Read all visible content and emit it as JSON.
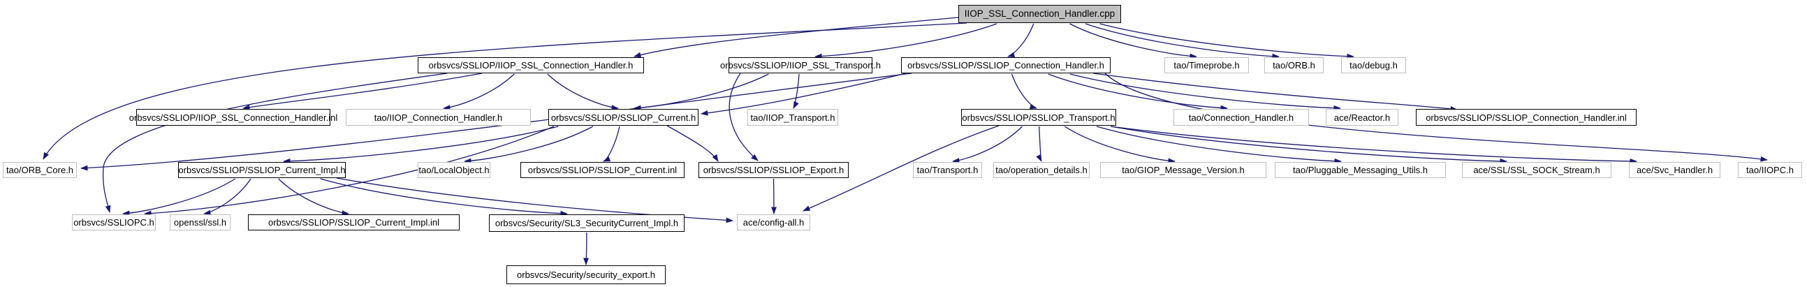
{
  "diagram": {
    "type": "include-dependency-graph",
    "root": "IIOP_SSL_Connection_Handler.cpp",
    "colors": {
      "edge": "#191970",
      "internal_border": "#000000",
      "external_border": "#bebebe",
      "root_fill": "#bfbfbf",
      "node_fill": "#ffffff",
      "text": "#000000"
    },
    "nodes": [
      {
        "id": "cpp",
        "label": "IIOP_SSL_Connection_Handler.cpp",
        "kind": "main"
      },
      {
        "id": "iiop_ssl_ch_h",
        "label": "orbsvcs/SSLIOP/IIOP_SSL_Connection_Handler.h",
        "kind": "internal"
      },
      {
        "id": "iiop_ssl_transport_h",
        "label": "orbsvcs/SSLIOP/IIOP_SSL_Transport.h",
        "kind": "internal"
      },
      {
        "id": "ssliop_ch_h",
        "label": "orbsvcs/SSLIOP/SSLIOP_Connection_Handler.h",
        "kind": "internal"
      },
      {
        "id": "timeprobe_h",
        "label": "tao/Timeprobe.h",
        "kind": "external"
      },
      {
        "id": "orb_h",
        "label": "tao/ORB.h",
        "kind": "external"
      },
      {
        "id": "debug_h",
        "label": "tao/debug.h",
        "kind": "external"
      },
      {
        "id": "iiop_ssl_ch_inl",
        "label": "orbsvcs/SSLIOP/IIOP_SSL_Connection_Handler.inl",
        "kind": "internal"
      },
      {
        "id": "iiop_ch_h",
        "label": "tao/IIOP_Connection_Handler.h",
        "kind": "external"
      },
      {
        "id": "ssliop_current_h",
        "label": "orbsvcs/SSLIOP/SSLIOP_Current.h",
        "kind": "internal"
      },
      {
        "id": "iiop_transport_h",
        "label": "tao/IIOP_Transport.h",
        "kind": "external"
      },
      {
        "id": "ssliop_transport_h",
        "label": "orbsvcs/SSLIOP/SSLIOP_Transport.h",
        "kind": "internal"
      },
      {
        "id": "connection_handler_h",
        "label": "tao/Connection_Handler.h",
        "kind": "external"
      },
      {
        "id": "reactor_h",
        "label": "ace/Reactor.h",
        "kind": "external"
      },
      {
        "id": "ssliop_ch_inl",
        "label": "orbsvcs/SSLIOP/SSLIOP_Connection_Handler.inl",
        "kind": "internal"
      },
      {
        "id": "orb_core_h",
        "label": "tao/ORB_Core.h",
        "kind": "external"
      },
      {
        "id": "ssliop_current_impl_h",
        "label": "orbsvcs/SSLIOP/SSLIOP_Current_Impl.h",
        "kind": "internal"
      },
      {
        "id": "local_object_h",
        "label": "tao/LocalObject.h",
        "kind": "external"
      },
      {
        "id": "ssliop_current_inl",
        "label": "orbsvcs/SSLIOP/SSLIOP_Current.inl",
        "kind": "internal"
      },
      {
        "id": "ssliop_export_h",
        "label": "orbsvcs/SSLIOP/SSLIOP_Export.h",
        "kind": "internal"
      },
      {
        "id": "transport_h",
        "label": "tao/Transport.h",
        "kind": "external"
      },
      {
        "id": "operation_details_h",
        "label": "tao/operation_details.h",
        "kind": "external"
      },
      {
        "id": "giop_message_version_h",
        "label": "tao/GIOP_Message_Version.h",
        "kind": "external"
      },
      {
        "id": "pluggable_h",
        "label": "tao/Pluggable_Messaging_Utils.h",
        "kind": "external"
      },
      {
        "id": "ssl_sock_stream_h",
        "label": "ace/SSL/SSL_SOCK_Stream.h",
        "kind": "external"
      },
      {
        "id": "svc_handler_h",
        "label": "ace/Svc_Handler.h",
        "kind": "external"
      },
      {
        "id": "iiopc_h",
        "label": "tao/IIOPC.h",
        "kind": "external"
      },
      {
        "id": "ssliopc_h",
        "label": "orbsvcs/SSLIOPC.h",
        "kind": "external"
      },
      {
        "id": "openssl_ssl_h",
        "label": "openssl/ssl.h",
        "kind": "external"
      },
      {
        "id": "ssliop_current_impl_inl",
        "label": "orbsvcs/SSLIOP/SSLIOP_Current_Impl.inl",
        "kind": "internal"
      },
      {
        "id": "sl3_security_current_impl_h",
        "label": "orbsvcs/Security/SL3_SecurityCurrent_Impl.h",
        "kind": "internal"
      },
      {
        "id": "config_all_h",
        "label": "ace/config-all.h",
        "kind": "external"
      },
      {
        "id": "security_export_h",
        "label": "orbsvcs/Security/security_export.h",
        "kind": "internal"
      }
    ],
    "edges": [
      {
        "from": "cpp",
        "to": "iiop_ssl_ch_h"
      },
      {
        "from": "cpp",
        "to": "iiop_ssl_transport_h"
      },
      {
        "from": "cpp",
        "to": "ssliop_ch_h"
      },
      {
        "from": "cpp",
        "to": "timeprobe_h"
      },
      {
        "from": "cpp",
        "to": "orb_h"
      },
      {
        "from": "cpp",
        "to": "debug_h"
      },
      {
        "from": "cpp",
        "to": "orb_core_h"
      },
      {
        "from": "iiop_ssl_ch_h",
        "to": "iiop_ssl_ch_inl"
      },
      {
        "from": "iiop_ssl_ch_h",
        "to": "iiop_ch_h"
      },
      {
        "from": "iiop_ssl_ch_h",
        "to": "ssliop_current_h"
      },
      {
        "from": "iiop_ssl_ch_h",
        "to": "ssliopc_h"
      },
      {
        "from": "iiop_ssl_transport_h",
        "to": "iiop_transport_h"
      },
      {
        "from": "iiop_ssl_transport_h",
        "to": "ssliop_current_h"
      },
      {
        "from": "iiop_ssl_transport_h",
        "to": "ssliop_export_h"
      },
      {
        "from": "ssliop_ch_h",
        "to": "ssliop_current_h"
      },
      {
        "from": "ssliop_ch_h",
        "to": "ssliop_transport_h"
      },
      {
        "from": "ssliop_ch_h",
        "to": "connection_handler_h"
      },
      {
        "from": "ssliop_ch_h",
        "to": "reactor_h"
      },
      {
        "from": "ssliop_ch_h",
        "to": "ssliop_ch_inl"
      },
      {
        "from": "ssliop_ch_h",
        "to": "orb_core_h"
      },
      {
        "from": "ssliop_ch_h",
        "to": "iiopc_h"
      },
      {
        "from": "ssliop_current_h",
        "to": "ssliop_current_impl_h"
      },
      {
        "from": "ssliop_current_h",
        "to": "local_object_h"
      },
      {
        "from": "ssliop_current_h",
        "to": "ssliop_current_inl"
      },
      {
        "from": "ssliop_current_h",
        "to": "ssliop_export_h"
      },
      {
        "from": "ssliop_current_h",
        "to": "ssliopc_h"
      },
      {
        "from": "ssliop_transport_h",
        "to": "transport_h"
      },
      {
        "from": "ssliop_transport_h",
        "to": "operation_details_h"
      },
      {
        "from": "ssliop_transport_h",
        "to": "giop_message_version_h"
      },
      {
        "from": "ssliop_transport_h",
        "to": "pluggable_h"
      },
      {
        "from": "ssliop_transport_h",
        "to": "ssl_sock_stream_h"
      },
      {
        "from": "ssliop_transport_h",
        "to": "svc_handler_h"
      },
      {
        "from": "ssliop_transport_h",
        "to": "config_all_h"
      },
      {
        "from": "ssliop_export_h",
        "to": "config_all_h"
      },
      {
        "from": "ssliop_current_impl_h",
        "to": "ssliopc_h"
      },
      {
        "from": "ssliop_current_impl_h",
        "to": "openssl_ssl_h"
      },
      {
        "from": "ssliop_current_impl_h",
        "to": "ssliop_current_impl_inl"
      },
      {
        "from": "ssliop_current_impl_h",
        "to": "sl3_security_current_impl_h"
      },
      {
        "from": "ssliop_current_impl_h",
        "to": "config_all_h"
      },
      {
        "from": "sl3_security_current_impl_h",
        "to": "security_export_h"
      }
    ]
  }
}
